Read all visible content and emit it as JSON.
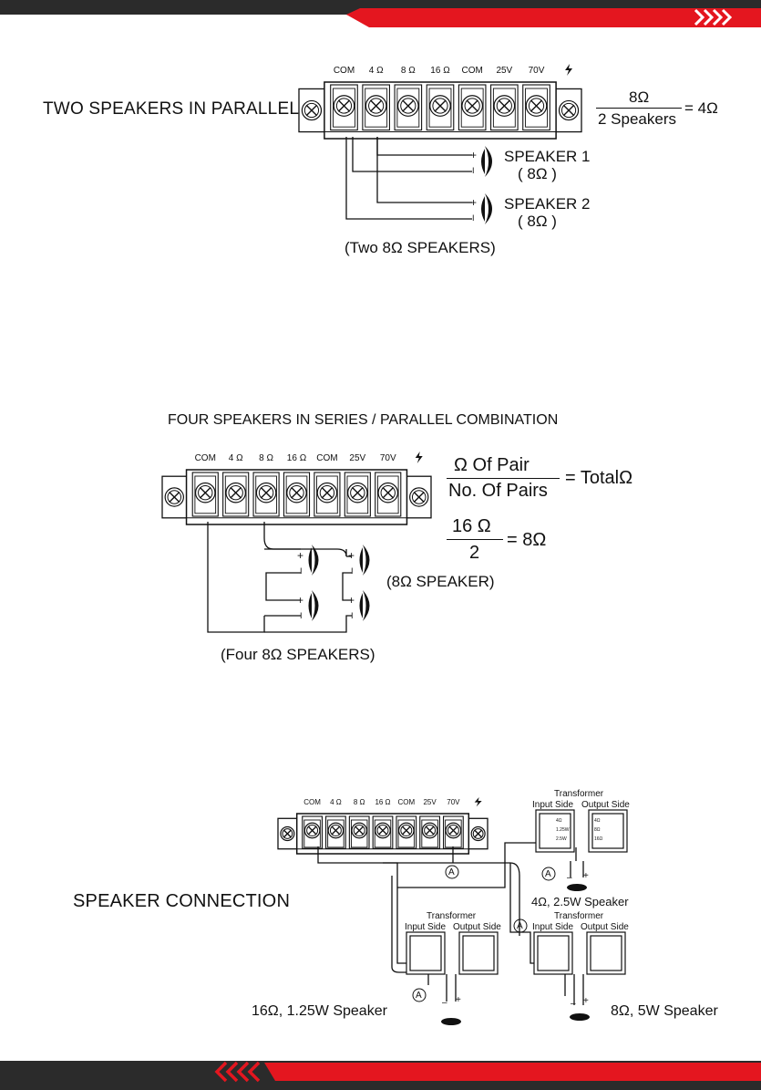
{
  "terminals": [
    "COM",
    "4 Ω",
    "8 Ω",
    "16 Ω",
    "COM",
    "25V",
    "70V"
  ],
  "section1": {
    "title": "TWO SPEAKERS IN PARALLEL",
    "formula_numerator": "8Ω",
    "formula_denominator": "2 Speakers",
    "formula_result": "= 4Ω",
    "speaker1_name": "SPEAKER 1",
    "speaker1_imp": "( 8Ω )",
    "speaker2_name": "SPEAKER 2",
    "speaker2_imp": "( 8Ω )",
    "caption": "(Two 8Ω SPEAKERS)",
    "plus": "+",
    "minus": "I"
  },
  "section2": {
    "title": "FOUR SPEAKERS IN SERIES / PARALLEL COMBINATION",
    "formula1_numerator": "Ω Of Pair",
    "formula1_denominator": "No. Of Pairs",
    "formula1_result": "= TotalΩ",
    "formula2_numerator": "16 Ω",
    "formula2_denominator": "2",
    "formula2_result": "= 8Ω",
    "speaker_note": "(8Ω SPEAKER)",
    "caption": "(Four 8Ω SPEAKERS)"
  },
  "section3": {
    "title": "SPEAKER CONNECTION",
    "transformer": "Transformer",
    "input_side": "Input Side",
    "output_side": "Output Side",
    "marker": "A",
    "taps_in": [
      "4Ω",
      "1.25W",
      "2.5W"
    ],
    "taps_out": [
      "4Ω",
      "8Ω",
      "16Ω"
    ],
    "speaker_top": "4Ω, 2.5W Speaker",
    "speaker_left": "16Ω, 1.25W Speaker",
    "speaker_right": "8Ω, 5W Speaker",
    "minus": "–",
    "plus": "+"
  },
  "colors": {
    "accent": "#e4161f",
    "dark": "#2b2b2b"
  }
}
